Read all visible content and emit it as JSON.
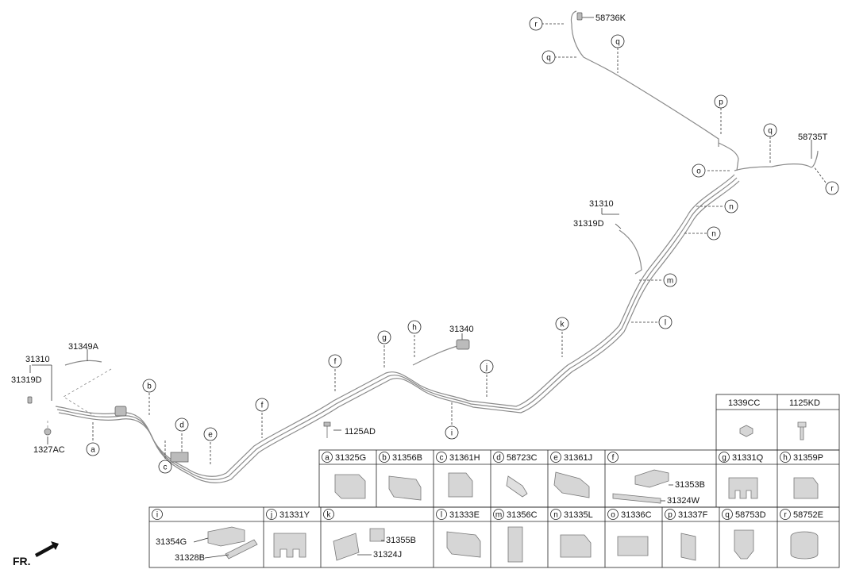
{
  "callouts": [
    {
      "letter": "r"
    },
    {
      "letter": "q"
    },
    {
      "letter": "q"
    },
    {
      "letter": "p"
    },
    {
      "letter": "q"
    },
    {
      "letter": "o"
    },
    {
      "letter": "r"
    },
    {
      "letter": "n"
    },
    {
      "letter": "n"
    },
    {
      "letter": "m"
    },
    {
      "letter": "l"
    },
    {
      "letter": "k"
    },
    {
      "letter": "j"
    },
    {
      "letter": "i"
    },
    {
      "letter": "h"
    },
    {
      "letter": "g"
    },
    {
      "letter": "f"
    },
    {
      "letter": "f"
    },
    {
      "letter": "e"
    },
    {
      "letter": "d"
    },
    {
      "letter": "c"
    },
    {
      "letter": "b"
    },
    {
      "letter": "a"
    }
  ],
  "labels": [
    {
      "text": "58736K"
    },
    {
      "text": "58735T"
    },
    {
      "text": "31310"
    },
    {
      "text": "31319D"
    },
    {
      "text": "31340"
    },
    {
      "text": "31349A"
    },
    {
      "text": "31310"
    },
    {
      "text": "31319D"
    },
    {
      "text": "1327AC"
    },
    {
      "text": "1125AD"
    }
  ],
  "legend": {
    "top": [
      {
        "letter": "a",
        "code": "31325G"
      },
      {
        "letter": "b",
        "code": "31356B"
      },
      {
        "letter": "c",
        "code": "31361H"
      },
      {
        "letter": "d",
        "code": "58723C"
      },
      {
        "letter": "e",
        "code": "31361J"
      },
      {
        "letter": "f",
        "code": "",
        "sub": [
          "31353B",
          "31324W"
        ]
      },
      {
        "letter": "g",
        "code": "31331Q"
      },
      {
        "letter": "h",
        "code": "31359P"
      }
    ],
    "bottom": [
      {
        "letter": "i",
        "code": "",
        "sub": [
          "31354G",
          "31328B"
        ]
      },
      {
        "letter": "j",
        "code": "31331Y"
      },
      {
        "letter": "k",
        "code": "",
        "sub": [
          "31355B",
          "31324J"
        ]
      },
      {
        "letter": "l",
        "code": "31333E"
      },
      {
        "letter": "m",
        "code": "31356C"
      },
      {
        "letter": "n",
        "code": "31335L"
      },
      {
        "letter": "o",
        "code": "31336C"
      },
      {
        "letter": "p",
        "code": "31337F"
      },
      {
        "letter": "q",
        "code": "58753D"
      },
      {
        "letter": "r",
        "code": "58752E"
      }
    ],
    "extra": [
      {
        "code": "1339CC"
      },
      {
        "code": "1125KD"
      }
    ]
  },
  "footer": {
    "fr_label": "FR."
  }
}
